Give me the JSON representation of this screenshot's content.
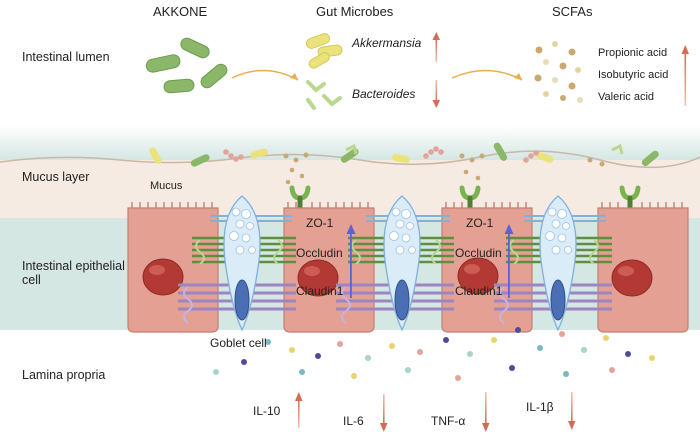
{
  "header": {
    "akkone": "AKKONE",
    "gut_microbes": "Gut Microbes",
    "scfas": "SCFAs"
  },
  "rows": {
    "lumen": "Intestinal lumen",
    "mucus": "Mucus layer",
    "epithelial": "Intestinal epithelial cell",
    "lamina": "Lamina propria"
  },
  "microbes": {
    "akkermansia": {
      "name": "Akkermansia",
      "trend": "up"
    },
    "bacteroides": {
      "name": "Bacteroides",
      "trend": "down"
    }
  },
  "scfa_list": [
    {
      "name": "Propionic acid",
      "trend": "up"
    },
    {
      "name": "Isobutyric acid",
      "trend": "up"
    },
    {
      "name": "Valeric acid",
      "trend": "up"
    }
  ],
  "labels": {
    "mucus": "Mucus",
    "goblet_cell": "Goblet cell"
  },
  "junctions": {
    "zo1": "ZO-1",
    "occludin": "Occludin",
    "claudin1": "Claudin1"
  },
  "cytokines": [
    {
      "name": "IL-10",
      "trend": "up"
    },
    {
      "name": "IL-6",
      "trend": "down"
    },
    {
      "name": "TNF-α",
      "trend": "down"
    },
    {
      "name": "IL-1β",
      "trend": "down"
    }
  ],
  "colors": {
    "epithelial_band": "#d5e7e3",
    "mucus_band": "#f6ebe3",
    "cell_fill": "#e5a094",
    "nucleus": "#b33a34",
    "goblet_fill": "#d9ecf7",
    "goblet_nucleus": "#4b6fb3",
    "tight_junction_green": "#5f8f3e",
    "claudin_purple": "#9c86c0",
    "zo1_blue": "#7fb0de",
    "bacteria_green": "#8ab868",
    "akkermansia_yellow": "#ece27c",
    "bacteroides_green": "#b9d88e",
    "trend_arrow": "#d46b55",
    "upregulation_arrow": "#5b62d6"
  }
}
